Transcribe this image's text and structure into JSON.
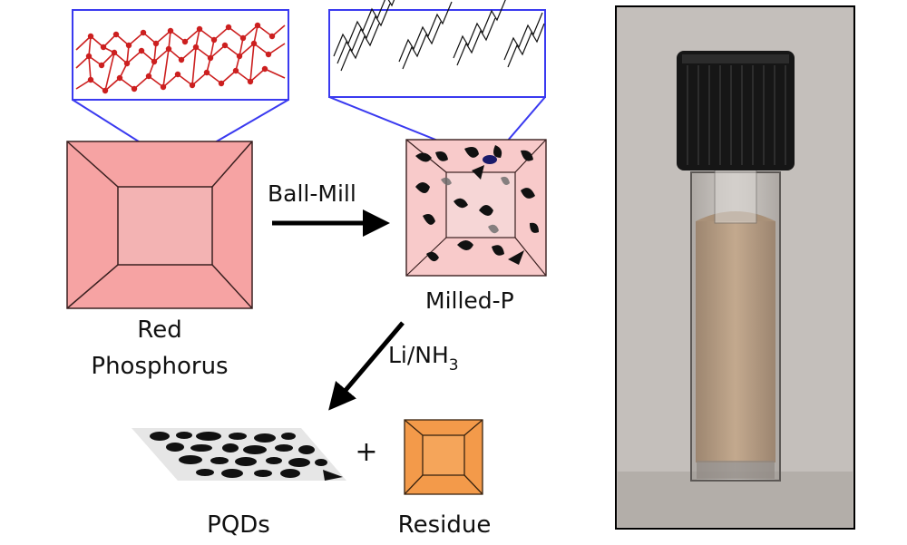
{
  "labels": {
    "red_phosphorus_line1": "Red",
    "red_phosphorus_line2": "Phosphorus",
    "ball_mill": "Ball-Mill",
    "milled_p": "Milled-P",
    "reagent_main": "Li/NH",
    "reagent_sub": "3",
    "plus": "+",
    "pqds": "PQDs",
    "residue": "Residue"
  },
  "colors": {
    "red_phosphorus_face": "#f6a3a3",
    "red_phosphorus_edge": "#3a2020",
    "milled_face": "#f8caca",
    "residue_face": "#f39a4a",
    "residue_edge": "#3a2410",
    "zoom_frame": "#3a3af0",
    "atom_red": "#cc1f1f",
    "vial_cap": "#161616",
    "solution": "#b59a80",
    "photo_background": "#bfbab6"
  },
  "icons": {
    "red_cube": "red-phosphorus-cube",
    "milled_cube": "milled-phosphorus-cube",
    "residue_cube": "residue-cube",
    "pqd_sheet": "quantum-dots-sheet",
    "red_structure": "red-phosphorus-atomic-structure",
    "milled_structure": "milled-phosphorus-chain-structure",
    "vial_photo": "cuvette-photo"
  }
}
